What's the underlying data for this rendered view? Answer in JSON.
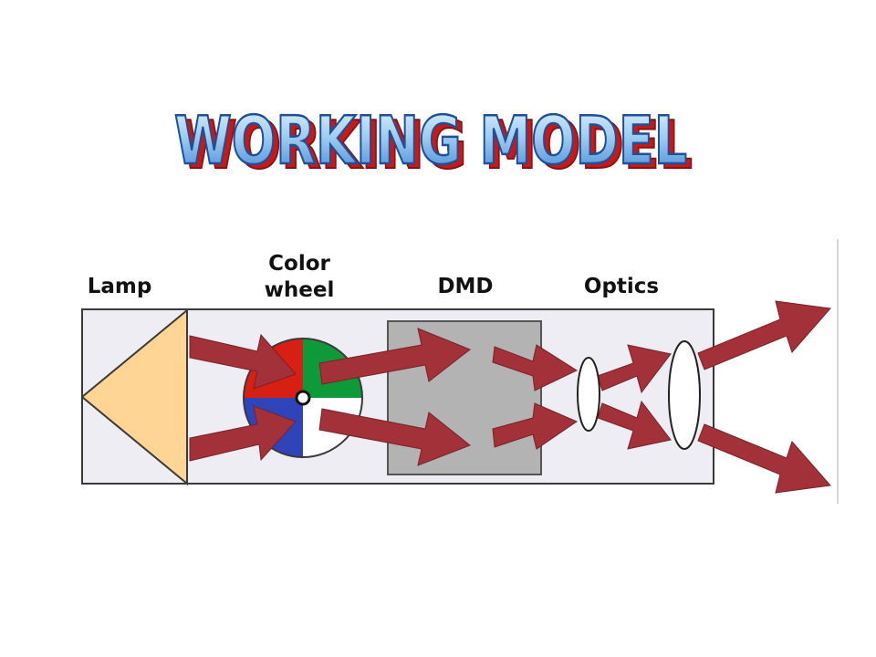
{
  "title": "WORKING MODEL",
  "labels": {
    "lamp": "Lamp",
    "color_wheel_line1": "Color",
    "color_wheel_line2": "wheel",
    "dmd": "DMD",
    "optics": "Optics"
  },
  "colors": {
    "title_fill_top": "#e3f2fb",
    "title_fill_bottom": "#3f86d4",
    "title_outline": "#1d4f9a",
    "title_shadow": "#c41a1a",
    "beam": "#a3313a",
    "lamp": "#ffd595",
    "housing": "#ededf3",
    "dmd": "#b3b3b3",
    "wheel_red": "#d81f14",
    "wheel_green": "#0f9a3a",
    "wheel_blue": "#2f44b8",
    "wheel_white": "#ffffff"
  }
}
